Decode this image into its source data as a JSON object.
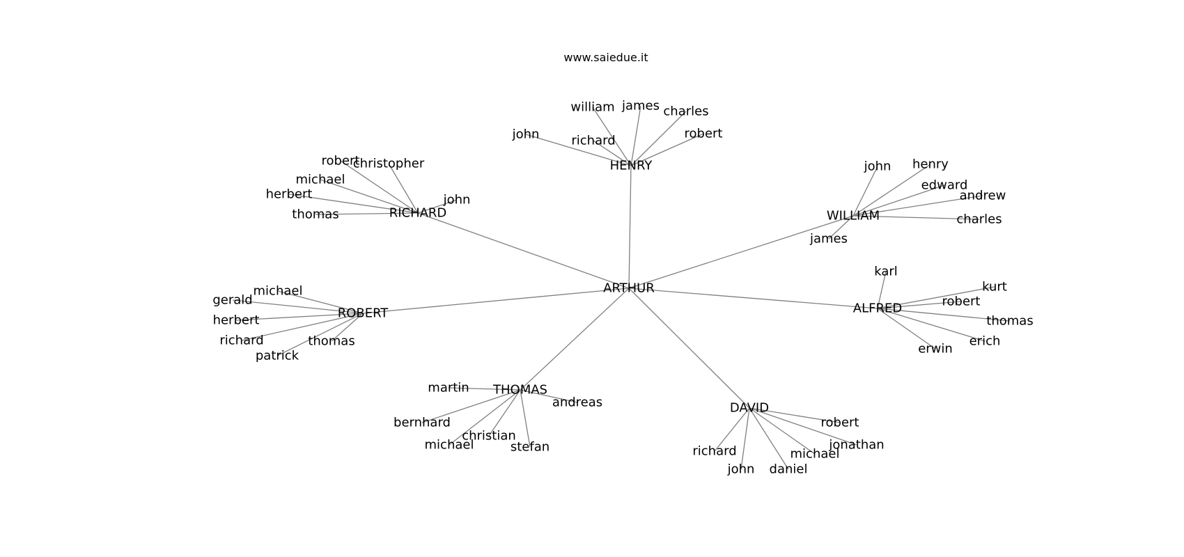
{
  "title": "www.saiedue.it",
  "root": "ARTHUR",
  "groups": [
    {
      "name": "HENRY",
      "children": [
        "william",
        "james",
        "charles",
        "john",
        "richard",
        "robert"
      ]
    },
    {
      "name": "RICHARD",
      "children": [
        "robert",
        "christopher",
        "michael",
        "herbert",
        "thomas",
        "john"
      ]
    },
    {
      "name": "WILLIAM",
      "children": [
        "john",
        "henry",
        "edward",
        "andrew",
        "charles",
        "james"
      ]
    },
    {
      "name": "ROBERT",
      "children": [
        "michael",
        "gerald",
        "herbert",
        "richard",
        "thomas",
        "patrick"
      ]
    },
    {
      "name": "ALFRED",
      "children": [
        "karl",
        "kurt",
        "robert",
        "thomas",
        "erich",
        "erwin"
      ]
    },
    {
      "name": "THOMAS",
      "children": [
        "martin",
        "andreas",
        "bernhard",
        "christian",
        "michael",
        "stefan"
      ]
    },
    {
      "name": "DAVID",
      "children": [
        "robert",
        "jonathan",
        "richard",
        "michael",
        "john",
        "daniel"
      ]
    }
  ],
  "edge_color": "#7f7f7f"
}
